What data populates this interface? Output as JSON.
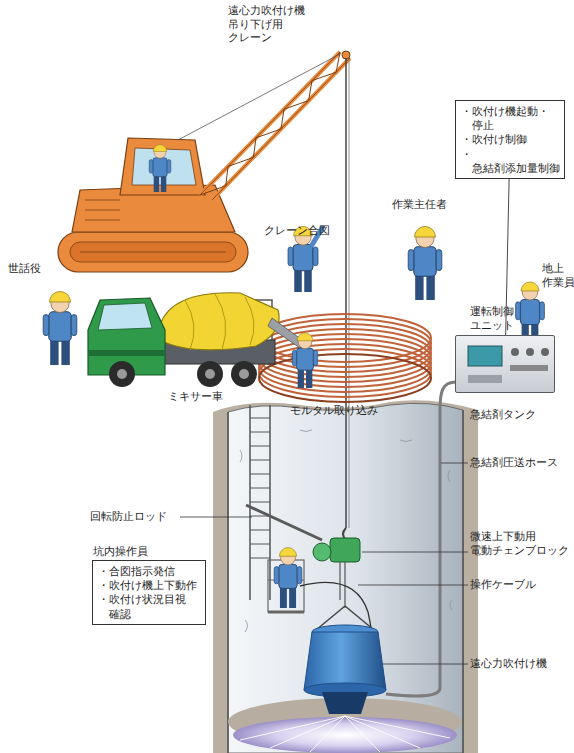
{
  "diagram": {
    "nodes": [
      {
        "text": [
          "・吹付け機起動・停止",
          "・吹付け制御",
          "・急結剤添加量制御"
        ]
      },
      {
        "text": [
          "運転制御 ユニット"
        ]
      },
      {
        "text": [
          "坑内操作員",
          "・合図指示発信",
          "・吹付け機上下動作",
          "・吹付け状況目視 確認"
        ]
      }
    ],
    "edges": [
      {
        "from": 0,
        "to": 1,
        "arrow": "none"
      }
    ],
    "labels": [
      "遠心力吹付け機 吊り下げ用 クレーン",
      "クレーン合図",
      "作業主任者",
      "地上 作業員",
      "世話役",
      "ミキサー車",
      "モルタル取り込み",
      "急結剤タンク",
      "急結剤圧送ホース",
      "回転防止ロッド",
      "微速上下動用 電動チェンブロック",
      "操作ケーブル",
      "遠心力吹付け機"
    ]
  }
}
